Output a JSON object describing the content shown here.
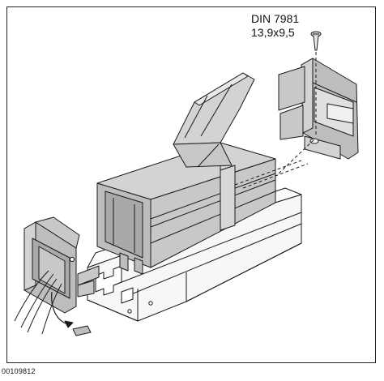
{
  "drawing": {
    "screw_spec_name": "DIN 7981",
    "screw_spec_size": "13,9x9,5",
    "figure_id": "00109812"
  },
  "palette": {
    "part_fill_dark": "#bdbdbd",
    "part_fill_mid": "#d3d3d3",
    "part_fill_light": "#e8e8e8",
    "profile_fill": "#f7f7f7",
    "line": "#1a1a1a"
  }
}
